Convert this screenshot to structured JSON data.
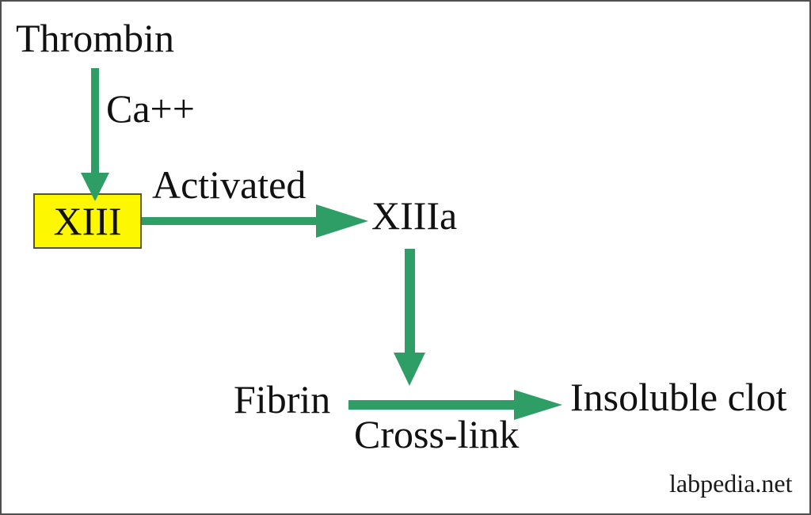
{
  "nodes": {
    "thrombin": {
      "label": "Thrombin"
    },
    "xiii": {
      "label": "XIII"
    },
    "xiiia": {
      "label": "XIIIa"
    },
    "fibrin": {
      "label": "Fibrin"
    },
    "insoluble_clot": {
      "label": "Insoluble clot"
    }
  },
  "edges": {
    "ca_label": "Ca++",
    "activated_label": "Activated",
    "cross_link_label": "Cross-link"
  },
  "watermark": {
    "text": "labpedia.net"
  },
  "colors": {
    "arrow_green": "#2f9e66",
    "box_fill": "#fdf802",
    "box_border": "#55553d",
    "text": "#111111",
    "canvas_border": "#4f4f4f",
    "background": "#ffffff"
  }
}
